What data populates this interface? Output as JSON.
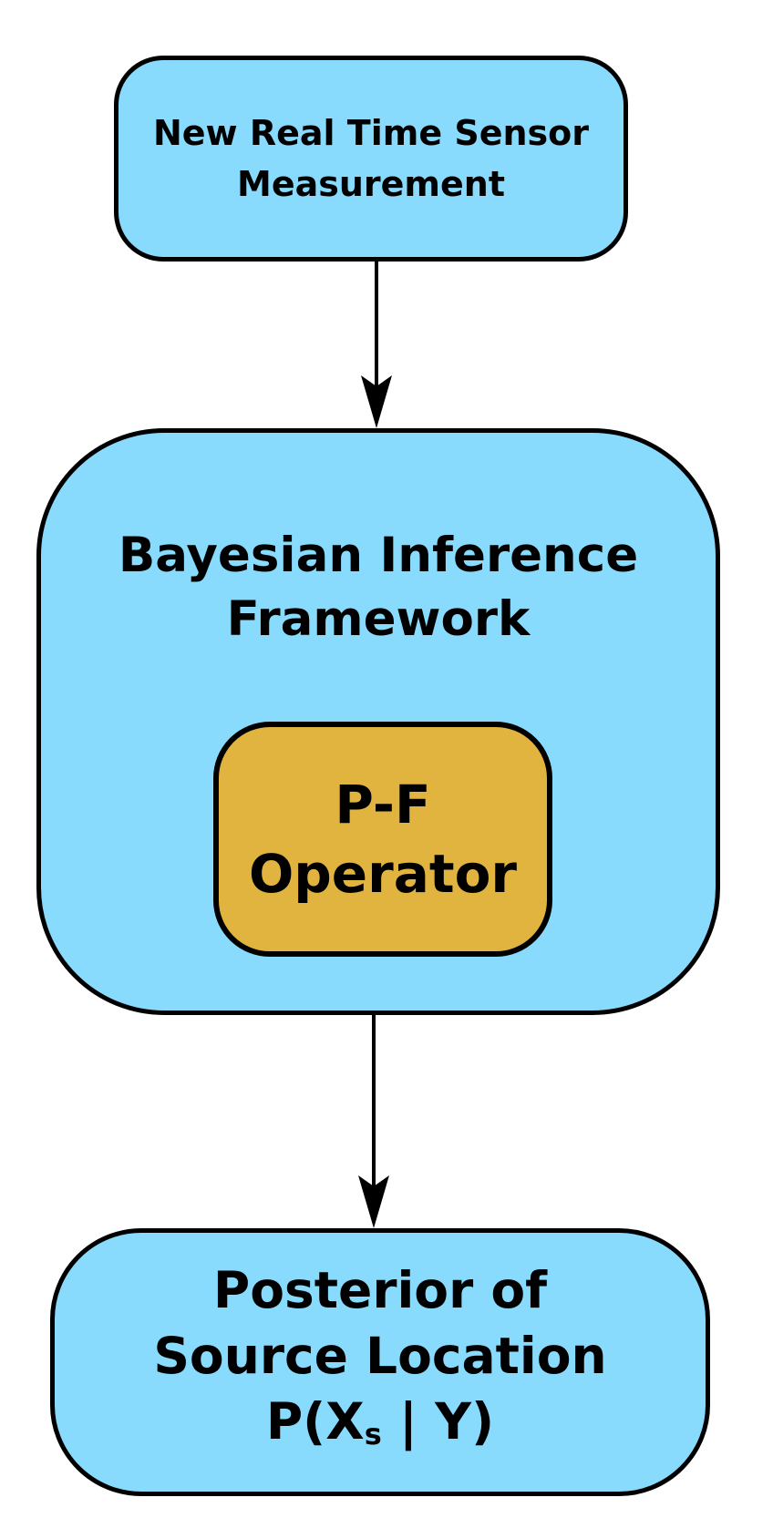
{
  "colors": {
    "node_fill": "#88dbfd",
    "operator_fill": "#e1b43f",
    "stroke": "#000000"
  },
  "nodes": {
    "measurement": {
      "lines": [
        "New Real Time Sensor",
        "Measurement"
      ]
    },
    "framework": {
      "lines": [
        "Bayesian Inference",
        "Framework"
      ]
    },
    "operator": {
      "lines": [
        "P-F",
        "Operator"
      ]
    },
    "posterior": {
      "lines": [
        "Posterior of",
        "Source Location"
      ],
      "formula": {
        "prefix": "P(X",
        "subscript": "s",
        "suffix": " | Y)"
      }
    }
  }
}
